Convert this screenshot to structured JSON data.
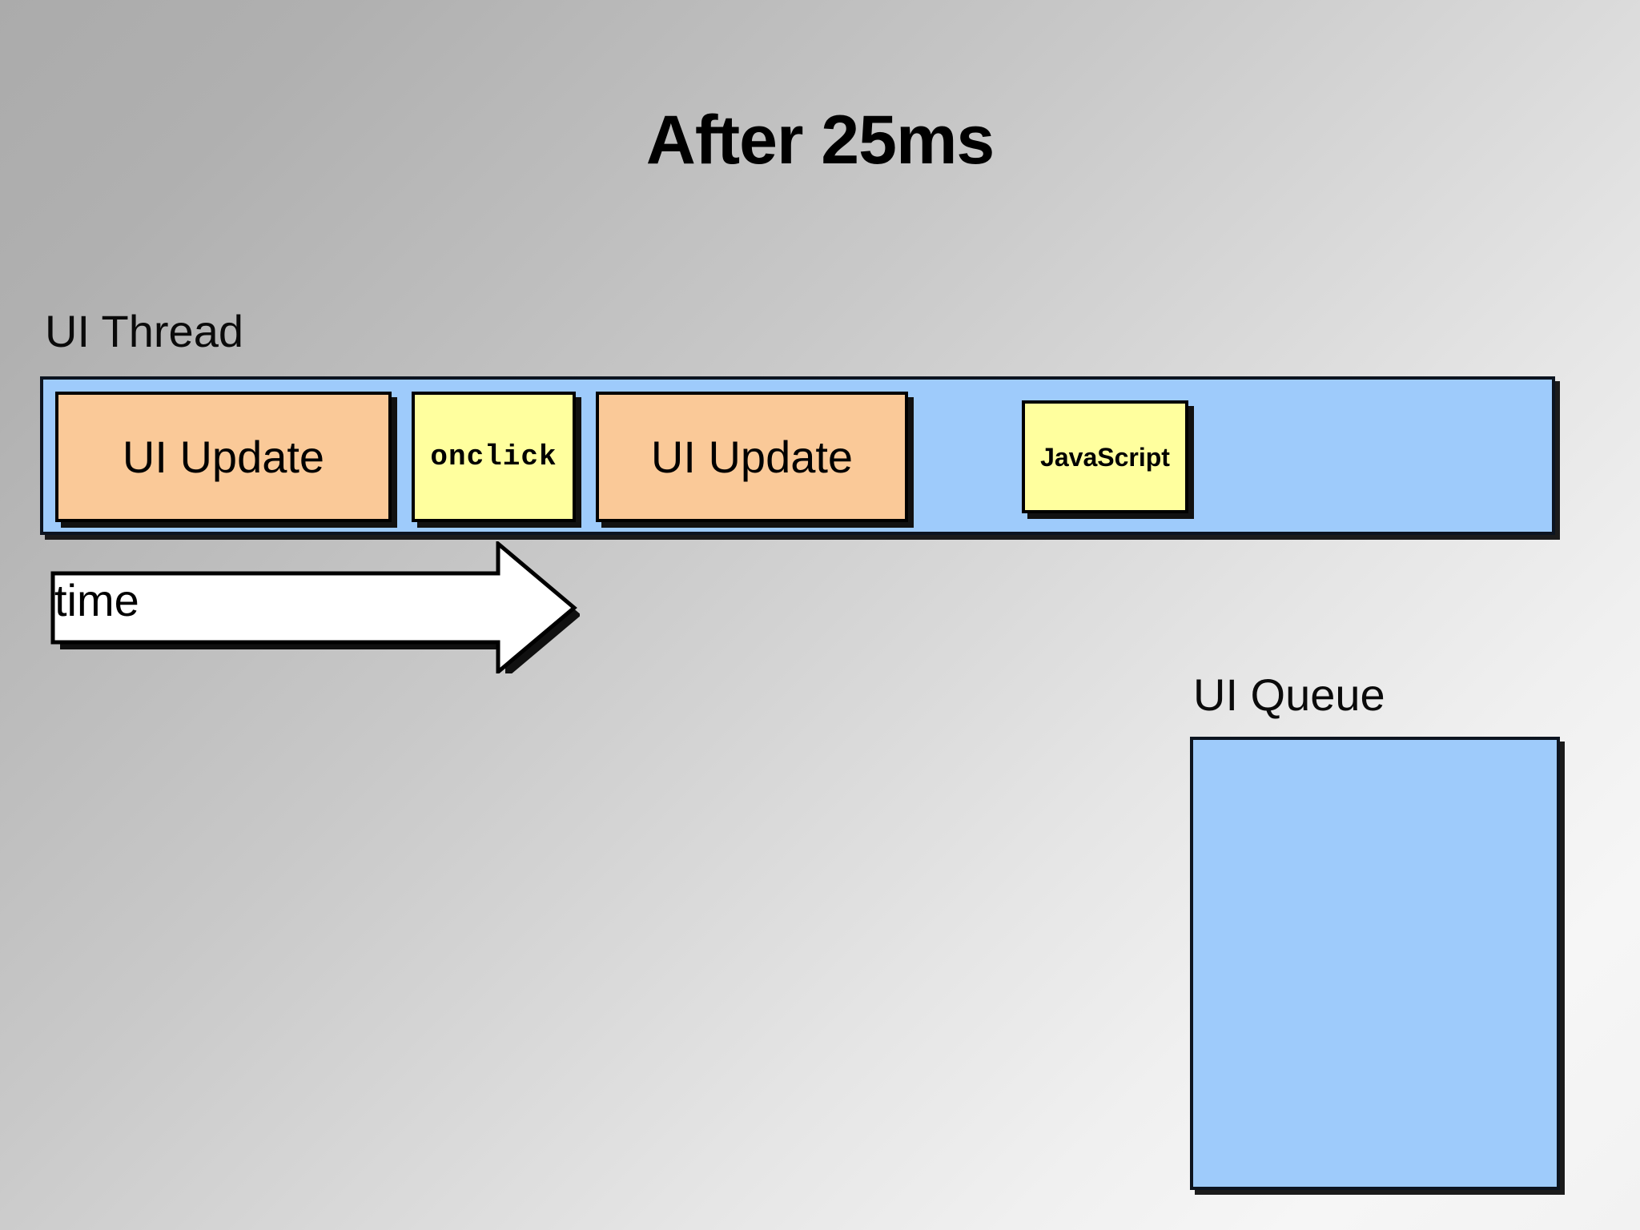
{
  "slide": {
    "title": "After 25ms",
    "background_top_color": "#ababab",
    "background_bottom_color": "#f4f4f4"
  },
  "ui_thread": {
    "label": "UI Thread",
    "track_color": "#9ecbfb",
    "blocks": [
      {
        "label": "UI Update",
        "kind": "ui-update",
        "color": "#fac998"
      },
      {
        "label": "onclick",
        "kind": "handler",
        "color": "#ffff9e"
      },
      {
        "label": "UI Update",
        "kind": "ui-update",
        "color": "#fac998"
      },
      {
        "label": "JavaScript",
        "kind": "javascript",
        "color": "#ffff9e"
      }
    ]
  },
  "time_axis": {
    "label": "time",
    "direction": "left-to-right",
    "fill_color": "#ffffff"
  },
  "ui_queue": {
    "label": "UI Queue",
    "fill_color": "#9ecbfb",
    "items": []
  }
}
